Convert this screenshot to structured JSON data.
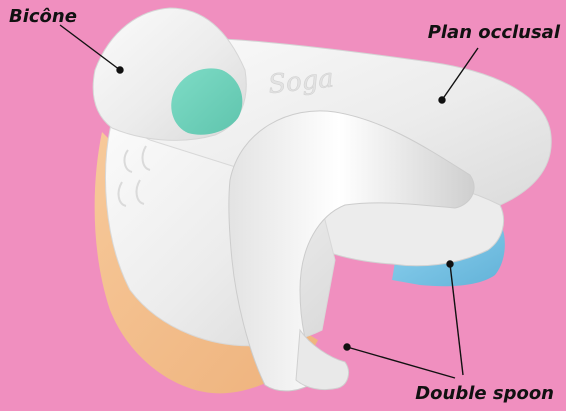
{
  "labels": {
    "bicone": "Bicône",
    "plan_occlusal": "Plan occlusal",
    "double_spoon": "Double spoon"
  },
  "embossed_text": "Soga",
  "colors": {
    "background": "#f08fbf",
    "body": "#f2f2f2",
    "teal_insert": "#72d2bd",
    "orange_panel": "#f4c28f",
    "blue_tip": "#7cc6e6",
    "callout_line": "#111111"
  },
  "icons": [
    "dental-tray-device"
  ]
}
